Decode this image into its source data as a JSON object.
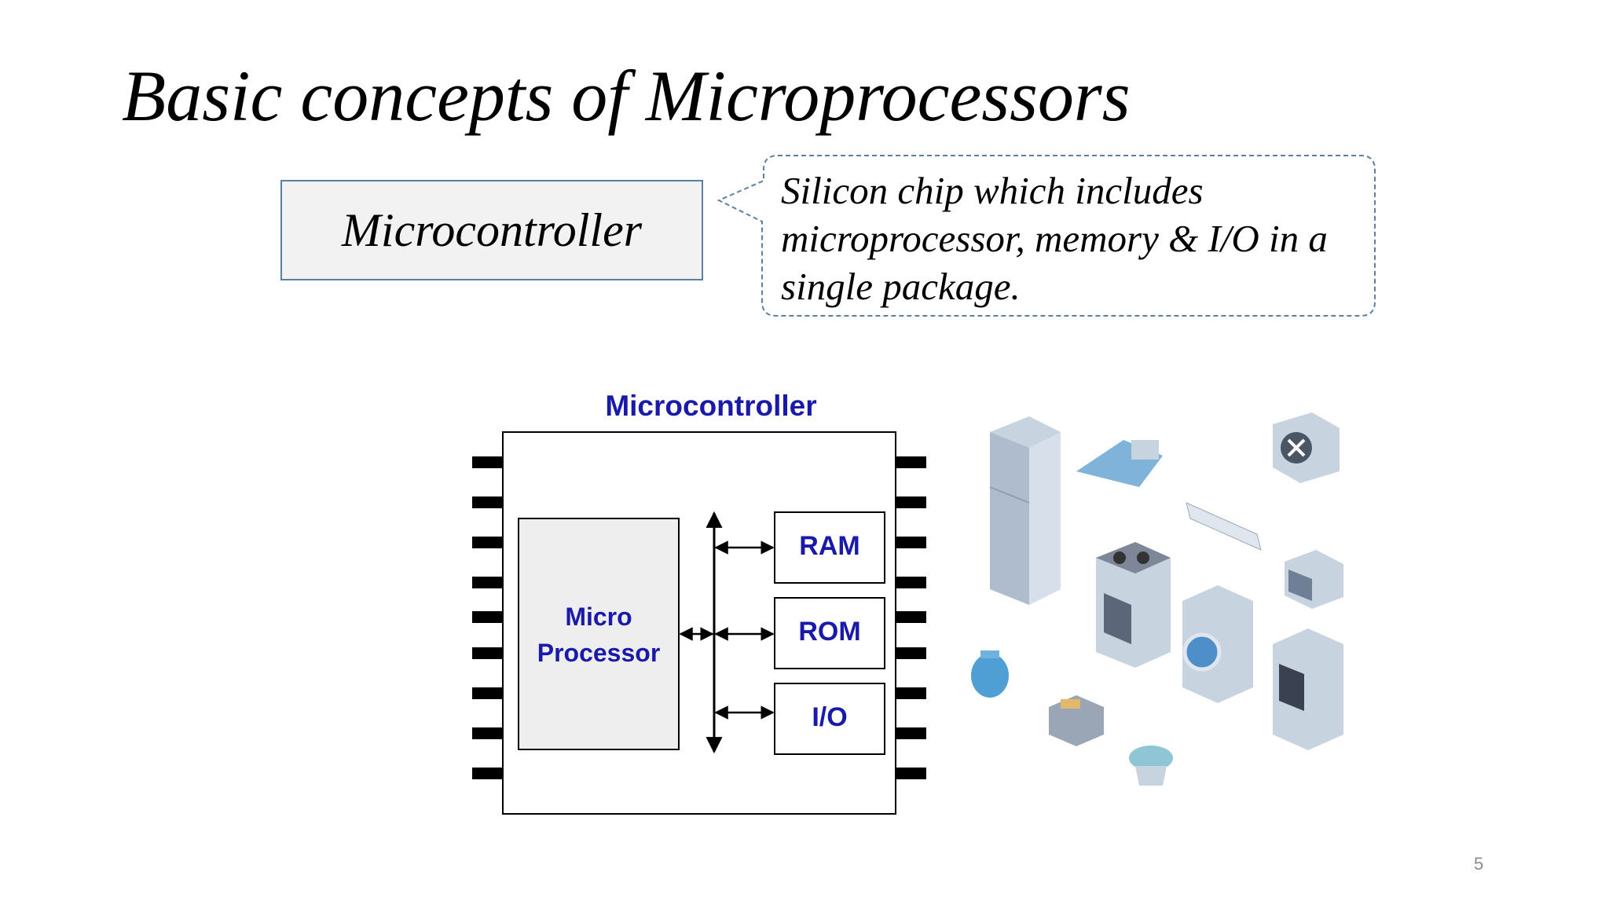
{
  "slide": {
    "title": "Basic concepts of Microprocessors",
    "term": "Microcontroller",
    "definition": "Silicon chip which includes microprocessor, memory & I/O in a single package.",
    "page_number": "5"
  },
  "diagram": {
    "title": "Microcontroller",
    "processor_label_line1": "Micro",
    "processor_label_line2": "Processor",
    "blocks": [
      "RAM",
      "ROM",
      "I/O"
    ]
  },
  "colors": {
    "label_blue": "#1a1aaa",
    "callout_border": "#5b7fa6",
    "term_box_fill": "#f2f2f2",
    "processor_fill": "#eeeeee"
  },
  "image": {
    "subject": "appliances-illustration-icon"
  }
}
